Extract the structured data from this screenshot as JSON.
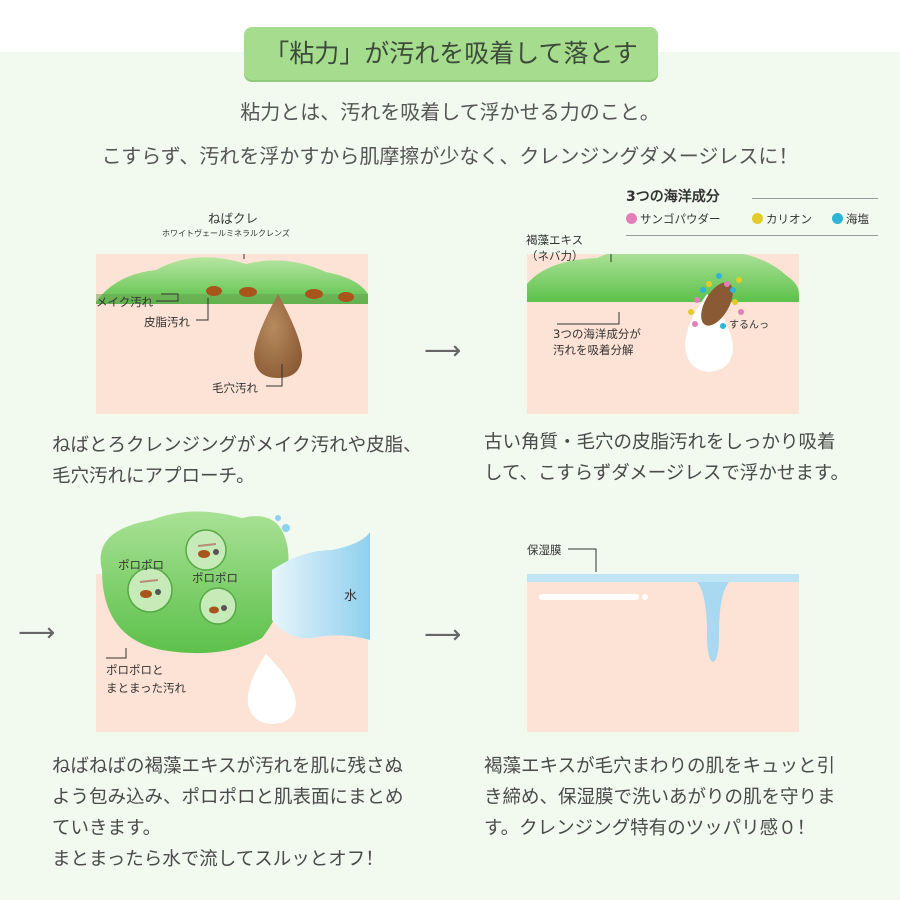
{
  "header": {
    "title": "「粘力」が汚れを吸着して落とす"
  },
  "intro": {
    "line1": "粘力とは、汚れを吸着して浮かせる力のこと。",
    "line2": "こすらず、汚れを浮かすから肌摩擦が少なく、クレンジングダメージレスに！"
  },
  "panel1": {
    "product": "ねばクレ",
    "product_sub": "ホワイトヴェールミネラルクレンズ",
    "makeup": "メイク汚れ",
    "sebum": "皮脂汚れ",
    "pore": "毛穴汚れ",
    "caption": [
      "ねばとろクレンジングがメイク汚れや皮脂、",
      "毛穴汚れにアプローチ。"
    ]
  },
  "panel2": {
    "legend_title": "3つの海洋成分",
    "legend": [
      {
        "label": "サンゴパウダー",
        "color": "#e37fb8"
      },
      {
        "label": "カリオン",
        "color": "#e2cc2a"
      },
      {
        "label": "海塩",
        "color": "#2eb4d6"
      }
    ],
    "extract": [
      "褐藻エキス",
      "（ネバ力）"
    ],
    "absorb": [
      "3つの海洋成分が",
      "汚れを吸着分解"
    ],
    "slip": "するんっ",
    "caption": [
      "古い角質・毛穴の皮脂汚れをしっかり吸着",
      "して、こすらずダメージレスで浮かせます。"
    ]
  },
  "panel3": {
    "poro1": "ポロポロ",
    "poro2": "ポロポロ",
    "water": "水",
    "bundled": [
      "ポロポロと",
      "まとまった汚れ"
    ],
    "caption": [
      "ねばねばの褐藻エキスが汚れを肌に残さぬ",
      "よう包み込み、ポロポロと肌表面にまとめ",
      "ていきます。",
      "まとまったら水で流してスルッとオフ！"
    ]
  },
  "panel4": {
    "film": "保湿膜",
    "caption": [
      "褐藻エキスが毛穴まわりの肌をキュッと引",
      "き締め、保湿膜で洗いあがりの肌を守りま",
      "す。クレンジング特有のツッパリ感０！"
    ]
  },
  "arrows": {
    "glyph": "⟶"
  },
  "colors": {
    "green": "#6fcf5a",
    "skin": "#fde3d6",
    "header": "#a6dc8e",
    "water": "#a9d9f0"
  }
}
